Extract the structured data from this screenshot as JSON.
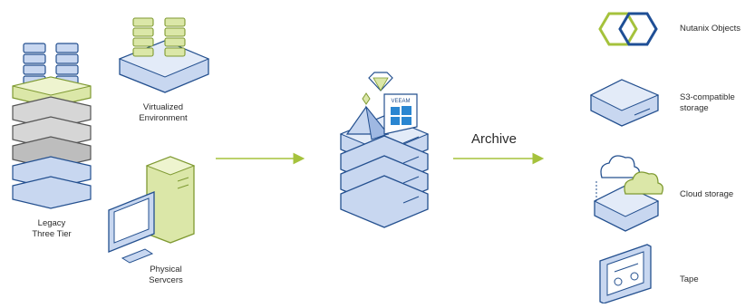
{
  "sources": {
    "legacy": {
      "line1": "Legacy",
      "line2": "Three Tier"
    },
    "virtualized": {
      "line1": "Virtualized",
      "line2": "Environment"
    },
    "physical": {
      "line1": "Physical",
      "line2": "Servcers"
    }
  },
  "center": {
    "backup_product": "VEEAM",
    "os_icon": "windows-icon"
  },
  "arrow_label": "Archive",
  "targets": [
    {
      "label_line1": "Nutanix Objects",
      "label_line2": "",
      "icon": "nutanix-hexagon-icon"
    },
    {
      "label_line1": "S3-compatible",
      "label_line2": "storage",
      "icon": "s3-storage-box-icon"
    },
    {
      "label_line1": "Cloud storage",
      "label_line2": "",
      "icon": "cloud-storage-icon"
    },
    {
      "label_line1": "Tape",
      "label_line2": "",
      "icon": "tape-icon"
    }
  ],
  "colors": {
    "blue_dark": "#24508f",
    "blue_mid": "#5a86c8",
    "blue_light": "#c8d7f0",
    "green": "#9dbb4a",
    "green_light": "#dbe7a8",
    "gray": "#8a8a8a",
    "gray_light": "#d6d6d6",
    "nutanix_blue": "#1f4f96",
    "nutanix_green": "#a5c23c",
    "arrow": "#a5c23c"
  }
}
